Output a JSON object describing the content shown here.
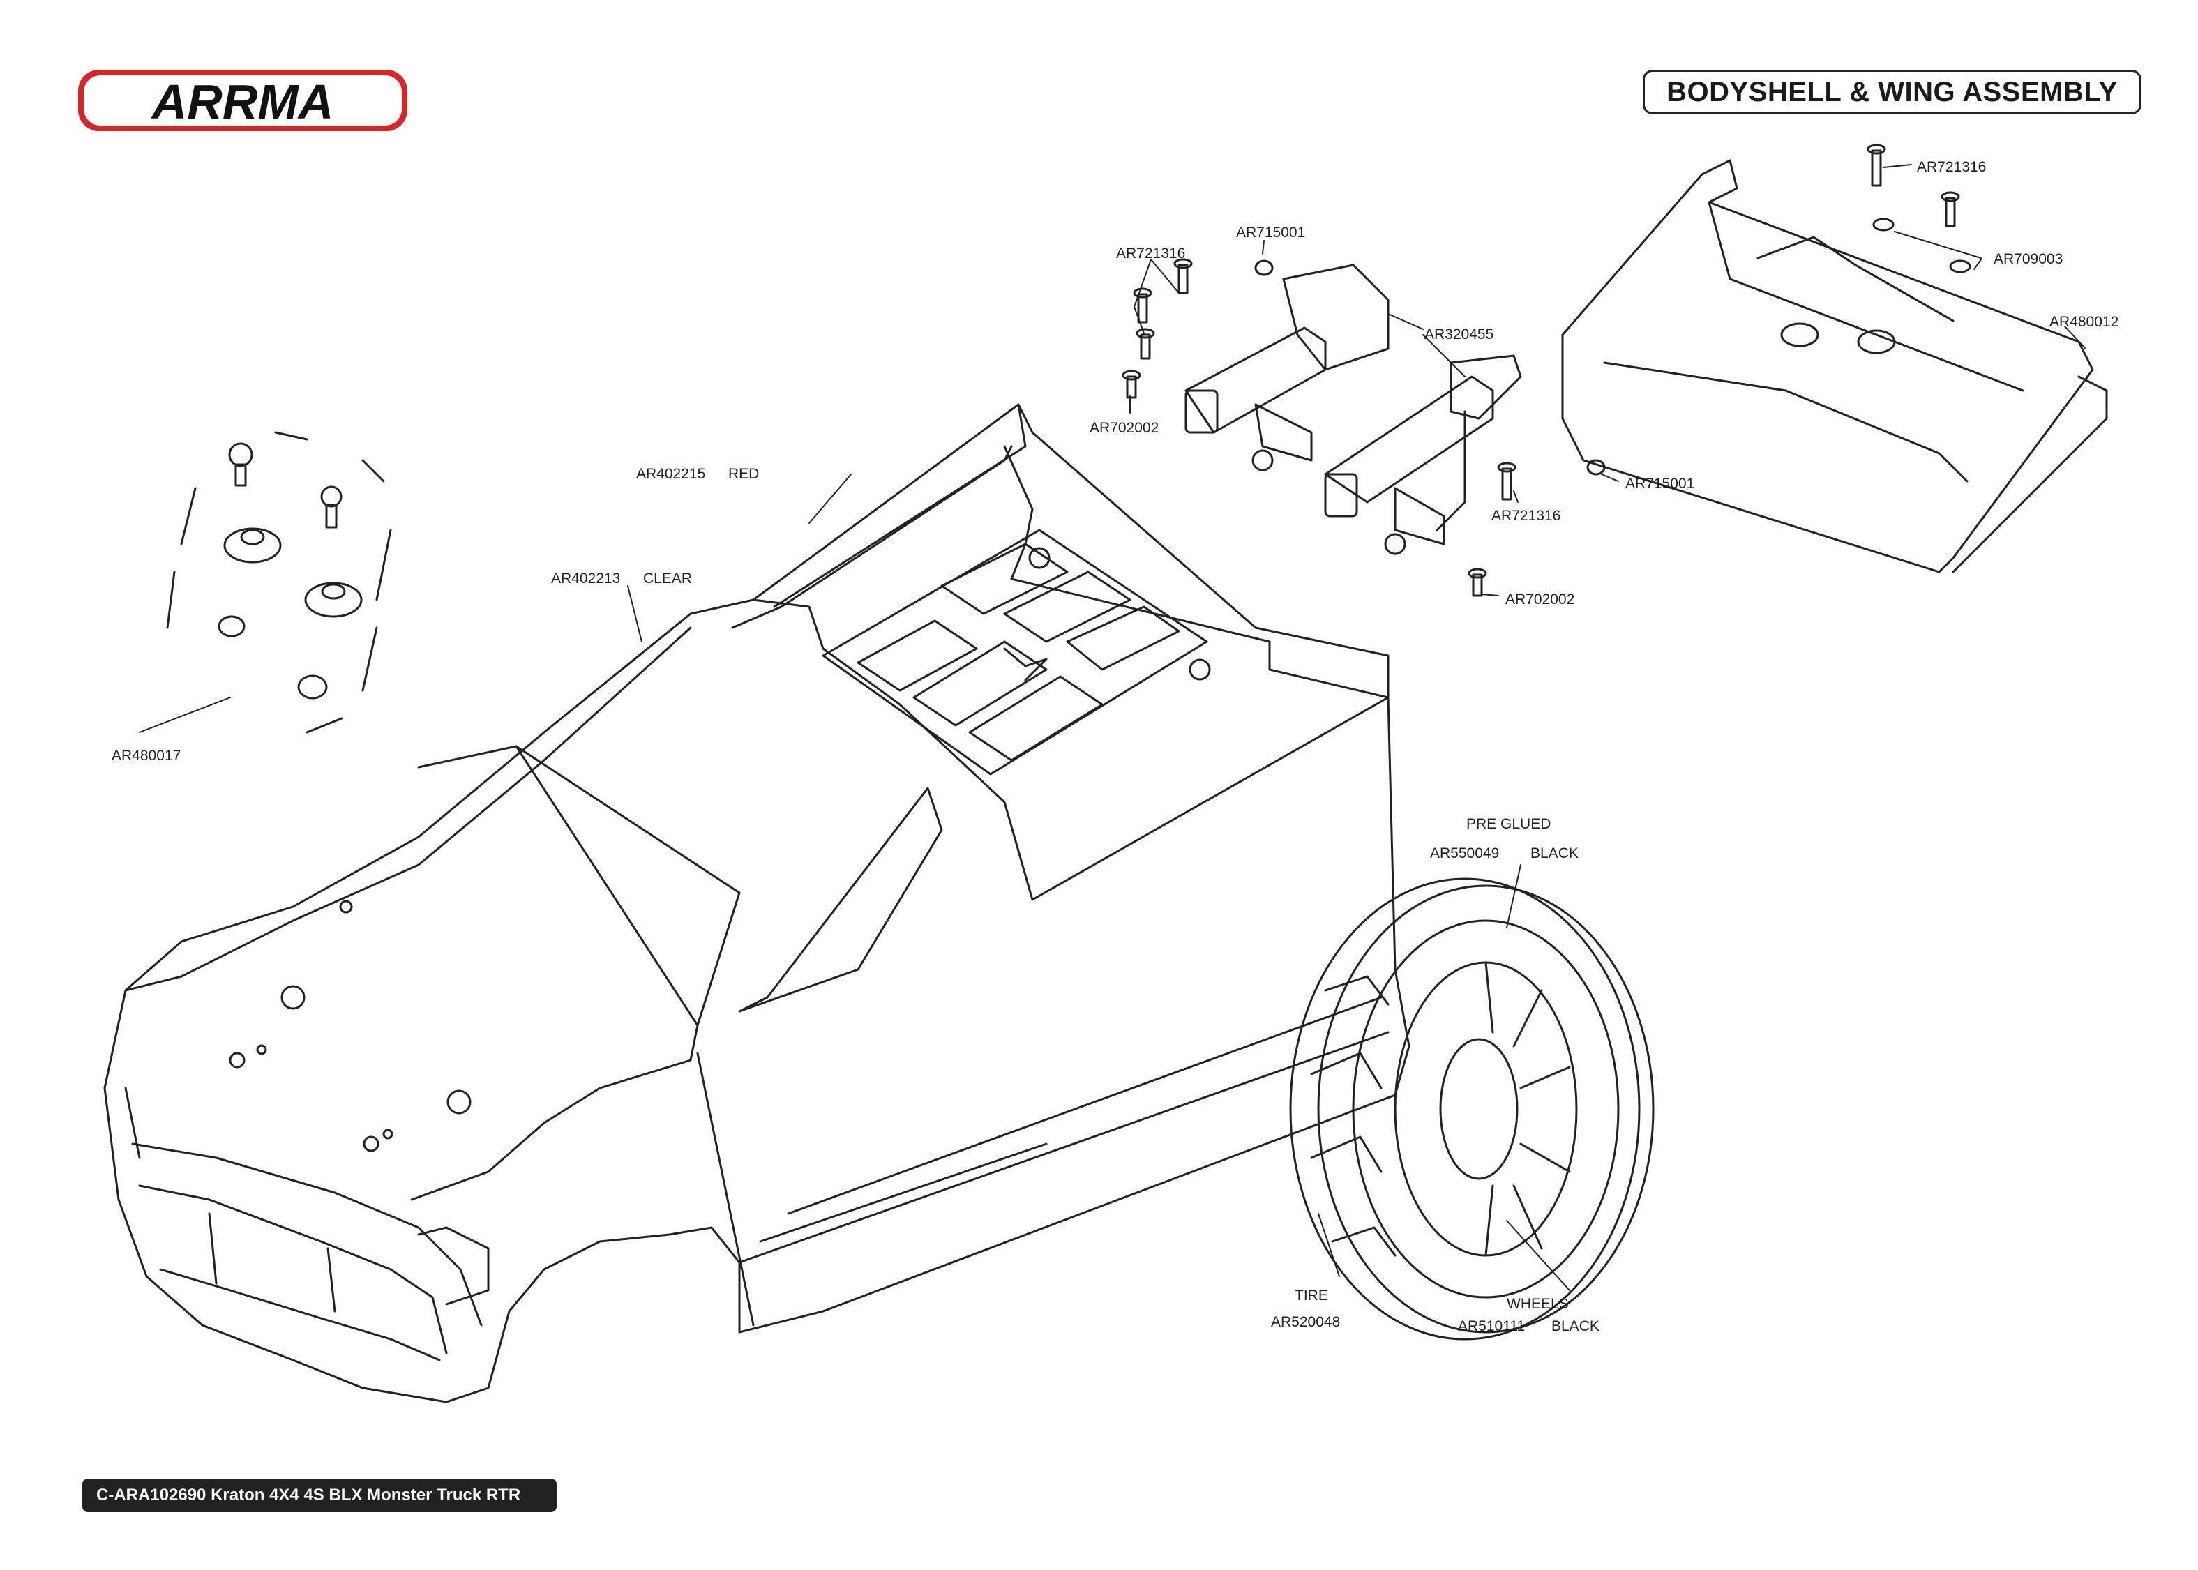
{
  "brand": "ARRMA",
  "colors": {
    "brand_red": "#d7262a",
    "line": "#222222"
  },
  "title": "BODYSHELL & WING ASSEMBLY",
  "footer": "C-ARA102690 Kraton 4X4 4S BLX Monster Truck RTR",
  "labels": {
    "ar721316_top": "AR721316",
    "ar709003": "AR709003",
    "ar480012": "AR480012",
    "ar715001_a": "AR715001",
    "ar721316_a": "AR721316",
    "ar320455": "AR320455",
    "ar702002_a": "AR702002",
    "ar715001_b": "AR715001",
    "ar721316_b": "AR721316",
    "ar702002_b": "AR702002",
    "ar402215": "AR402215",
    "red": "RED",
    "ar402213": "AR402213",
    "clear": "CLEAR",
    "ar480017": "AR480017",
    "pre_glued": "PRE GLUED",
    "ar550049": "AR550049",
    "black_1": "BLACK",
    "tire": "TIRE",
    "ar520048": "AR520048",
    "wheels": "WHEELS",
    "ar510111": "AR510111",
    "black_2": "BLACK"
  }
}
